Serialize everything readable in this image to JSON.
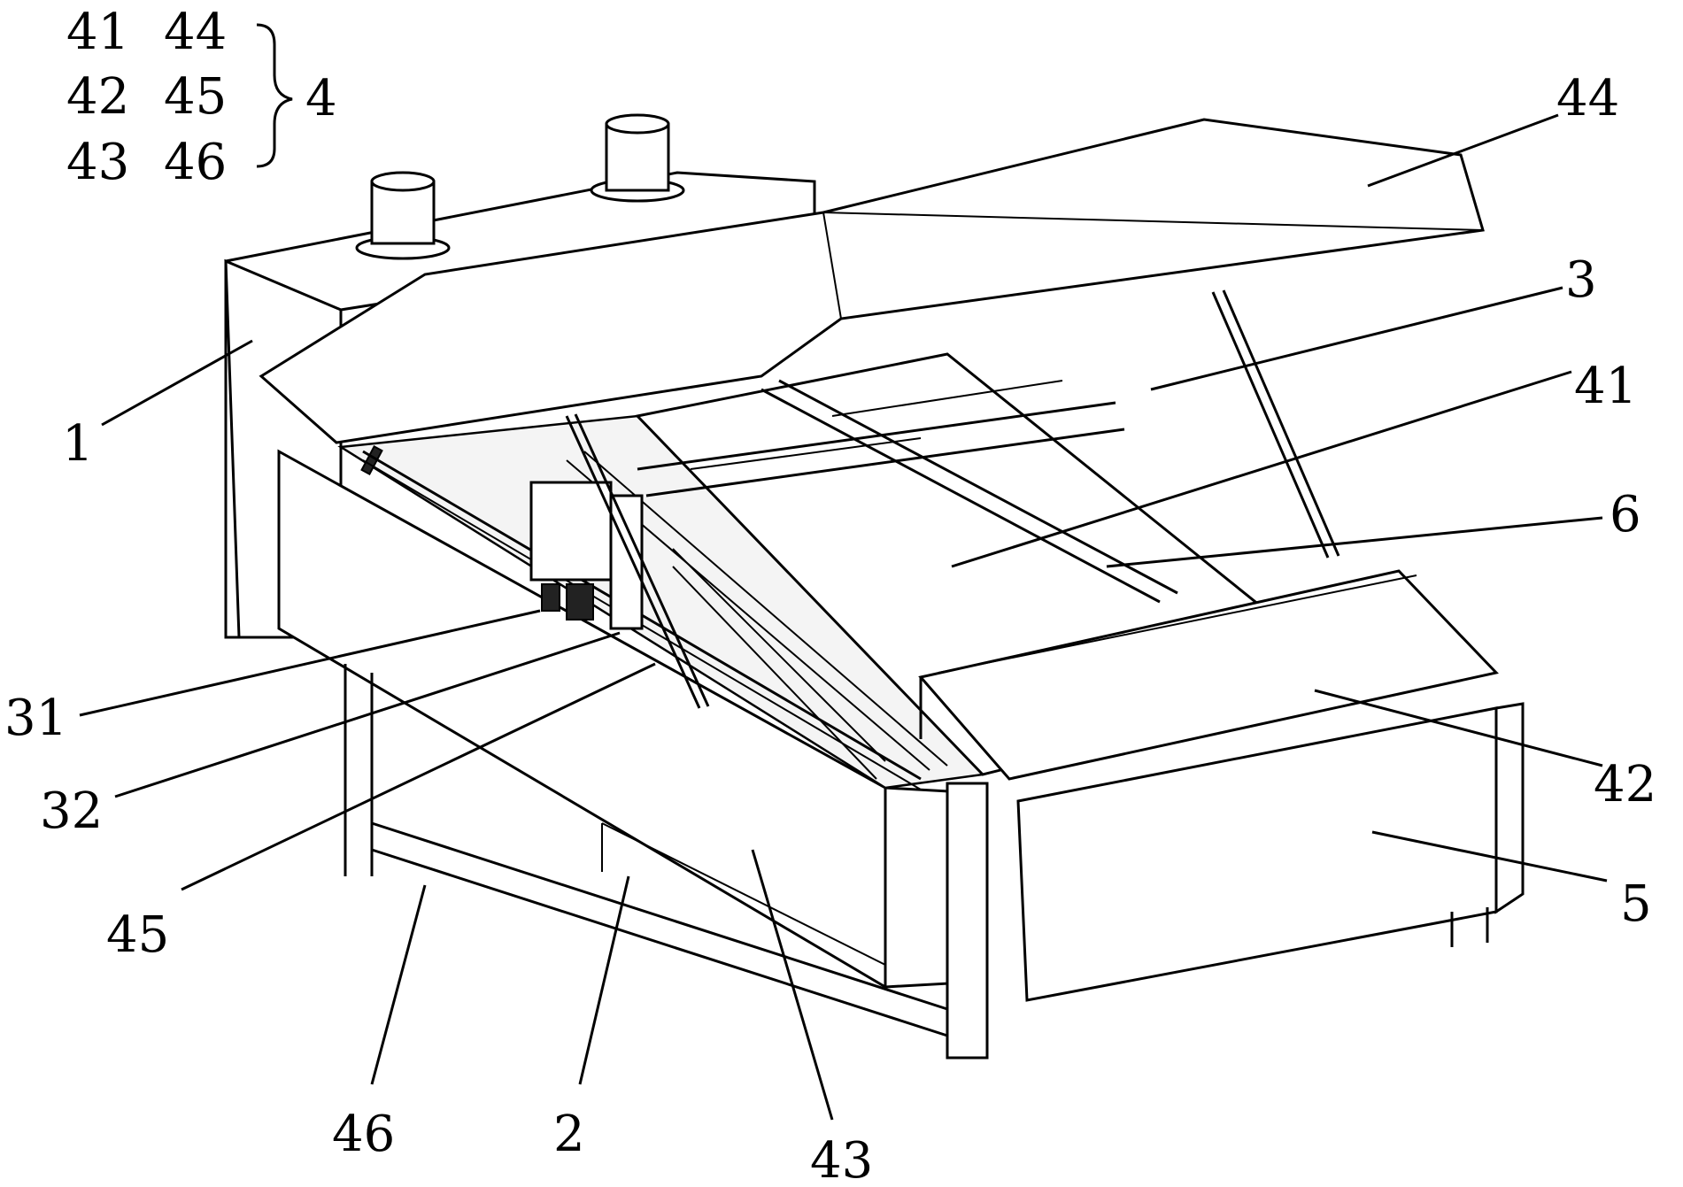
{
  "legend": {
    "rows": [
      {
        "a": "41",
        "b": "44"
      },
      {
        "a": "42",
        "b": "45"
      },
      {
        "a": "43",
        "b": "46"
      }
    ],
    "group_label": "4"
  },
  "callouts": {
    "c1": "1",
    "c2": "2",
    "c3": "3",
    "c5": "5",
    "c6": "6",
    "c31": "31",
    "c32": "32",
    "c41": "41",
    "c42": "42",
    "c43": "43",
    "c44": "44",
    "c45": "45",
    "c46": "46"
  }
}
